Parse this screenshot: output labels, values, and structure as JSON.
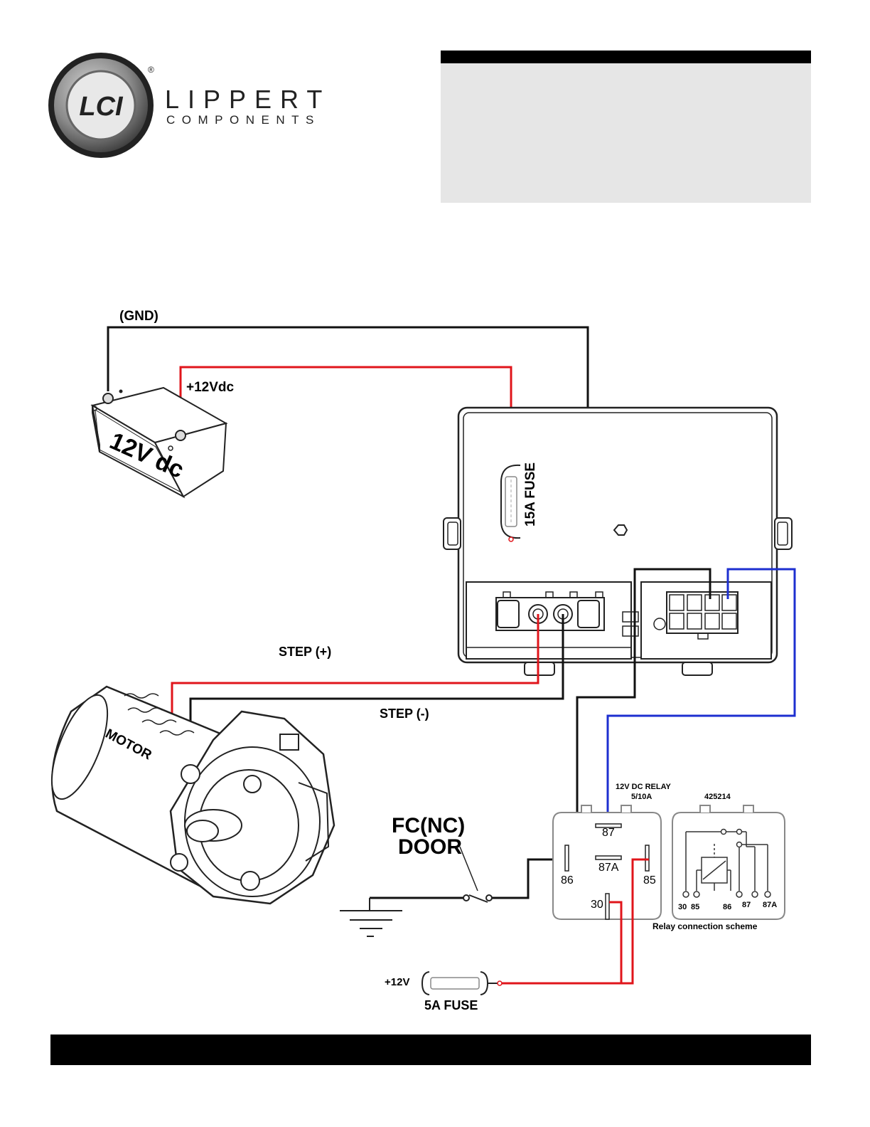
{
  "brand": {
    "name_top": "LIPPERT",
    "name_bottom": "COMPONENTS",
    "registered_mark": "®",
    "monogram": "LCI"
  },
  "labels": {
    "gnd": "(GND)",
    "plus12vdc": "+12Vdc",
    "battery": "12V dc",
    "fuse15": "15A FUSE",
    "step_plus": "STEP (+)",
    "step_minus": "STEP (-)",
    "motor": "MOTOR",
    "door_line1": "FC(NC)",
    "door_line2": "DOOR",
    "relay_title_line1": "12V DC RELAY",
    "relay_title_line2": "5/10A",
    "relay_part": "425214",
    "pin87": "87",
    "pin87a": "87A",
    "pin86": "86",
    "pin85": "85",
    "pin30": "30",
    "scheme_30": "30",
    "scheme_85": "85",
    "scheme_86": "86",
    "scheme_87": "87",
    "scheme_87a": "87A",
    "scheme_caption": "Relay connection scheme",
    "plus12v": "+12V",
    "fuse5": "5A FUSE"
  },
  "colors": {
    "wire_positive": "#e0151b",
    "wire_ground": "#111111",
    "wire_signal": "#1d2fd0",
    "header_bar": "#000000",
    "header_panel": "#e6e6e6"
  }
}
